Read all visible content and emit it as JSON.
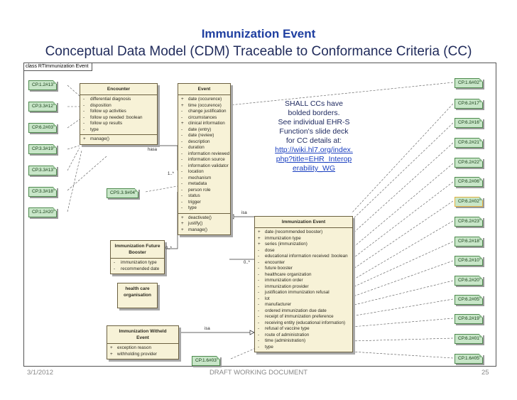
{
  "title": "Immunization Event",
  "subtitle": "Conceptual Data Model (CDM) Traceable to Conformance Criteria (CC)",
  "frame_label": "class RTImmunization Event",
  "cc_text": {
    "line1": "SHALL CCs have",
    "line2": "bolded borders.",
    "line3": "See individual EHR-S",
    "line4": "Function's slide deck",
    "line5": "for CC details at:",
    "link1": "http://wiki.hl7.org/index.",
    "link2": "php?title=EHR_Interop",
    "link3": "erability_WG"
  },
  "left_notes": [
    "CP.1.2#13",
    "CP.3.3#12",
    "CP.6.2#03",
    "CP.3.3#19",
    "CP.3.3#13",
    "CP.3.3#18",
    "CP.1.2#20"
  ],
  "right_notes": [
    "CP.1.6#02",
    "CP.6.2#17",
    "CP.6.2#16",
    "CP.6.2#21",
    "CP.6.2#22",
    "CP.6.2#06",
    "CP.6.2#02",
    "CP.6.2#23",
    "CP.6.2#18",
    "CP.6.2#10",
    "CP.6.2#20",
    "CP.6.2#05",
    "CP.6.2#19",
    "CP.6.2#01",
    "CP.1.6#05"
  ],
  "mid_notes": {
    "cps": "CPS.3.9#04",
    "bottom": "CP.1.6#03"
  },
  "encounter": {
    "name": "Encounter",
    "attributes": [
      "differential diagnosis",
      "disposition",
      "follow up activities",
      "follow up needed :boolean",
      "follow up results",
      "type"
    ],
    "operations": [
      "manage()"
    ]
  },
  "event": {
    "name": "Event",
    "attributes": [
      {
        "v": "+",
        "t": "date (occurence)"
      },
      {
        "v": "+",
        "t": "time (occurence)"
      },
      {
        "v": "-",
        "t": "change justification"
      },
      {
        "v": "-",
        "t": "circumstances"
      },
      {
        "v": "+",
        "t": "clinical information"
      },
      {
        "v": "-",
        "t": "date (entry)"
      },
      {
        "v": "-",
        "t": "date (review)"
      },
      {
        "v": "-",
        "t": "description"
      },
      {
        "v": "-",
        "t": "duration"
      },
      {
        "v": "-",
        "t": "information reviewed"
      },
      {
        "v": "-",
        "t": "information source"
      },
      {
        "v": "-",
        "t": "information validator"
      },
      {
        "v": "-",
        "t": "location"
      },
      {
        "v": "-",
        "t": "mechanism"
      },
      {
        "v": "-",
        "t": "metadata"
      },
      {
        "v": "-",
        "t": "person role"
      },
      {
        "v": "-",
        "t": "status"
      },
      {
        "v": "-",
        "t": "trigger"
      },
      {
        "v": "-",
        "t": "type"
      }
    ],
    "operations": [
      "deactivate()",
      "justify()",
      "manage()"
    ]
  },
  "immunization_event": {
    "name": "Immunization Event",
    "attributes": [
      {
        "v": "+",
        "t": "date (recommended booster)"
      },
      {
        "v": "+",
        "t": "immunization type"
      },
      {
        "v": "+",
        "t": "series (immunization)"
      },
      {
        "v": "-",
        "t": "dose"
      },
      {
        "v": "-",
        "t": "educational information received :boolean"
      },
      {
        "v": "-",
        "t": "encounter"
      },
      {
        "v": "-",
        "t": "future booster"
      },
      {
        "v": "-",
        "t": "healthcare organization"
      },
      {
        "v": "-",
        "t": "immunization order"
      },
      {
        "v": "-",
        "t": "immunization provider"
      },
      {
        "v": "-",
        "t": "justification immunization refusal"
      },
      {
        "v": "-",
        "t": "lot"
      },
      {
        "v": "-",
        "t": "manufacturer"
      },
      {
        "v": "-",
        "t": "ordered immunization due date"
      },
      {
        "v": "-",
        "t": "receipt of immunization preference"
      },
      {
        "v": "-",
        "t": "receiving entity (educational information)"
      },
      {
        "v": "-",
        "t": "refusal of vaccine type"
      },
      {
        "v": "-",
        "t": "route of administration"
      },
      {
        "v": "-",
        "t": "time (administration)"
      },
      {
        "v": "-",
        "t": "type"
      }
    ]
  },
  "future_booster": {
    "name_line1": "Immunization Future",
    "name_line2": "Booster",
    "attributes": [
      "immunization type",
      "recommended date"
    ]
  },
  "health_care": {
    "name_line1": "health care",
    "name_line2": "organisation"
  },
  "witheld": {
    "name_line1": "Immunization Witheld",
    "name_line2": "Event",
    "attributes": [
      "exception reason",
      "withholding provider"
    ]
  },
  "labels": {
    "hasa": "hasa",
    "isa1": "isa",
    "isa2": "isa",
    "mult1": "1..*",
    "mult2": "0..*",
    "mult3": "0..*"
  },
  "footer": {
    "date": "3/1/2012",
    "center": "DRAFT WORKING DOCUMENT",
    "page": "25"
  }
}
